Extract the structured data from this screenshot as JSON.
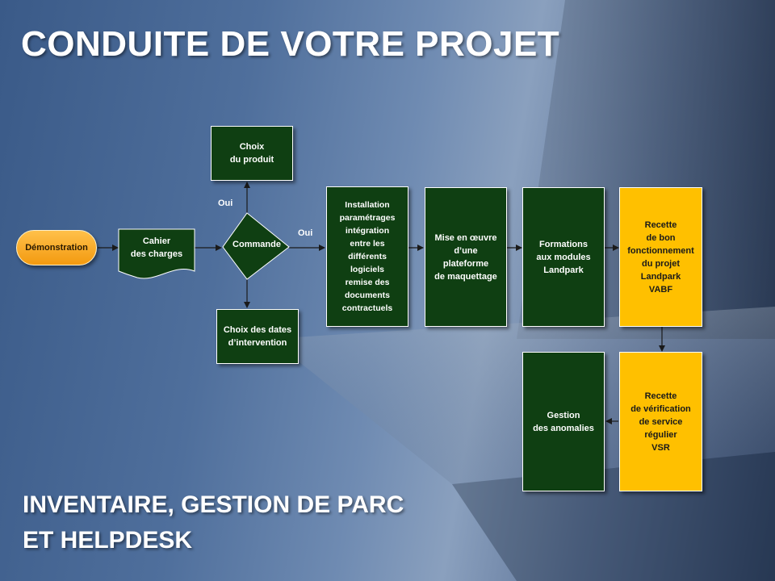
{
  "title": "CONDUITE DE VOTRE PROJET",
  "footer": {
    "line1": "INVENTAIRE, GESTION DE PARC",
    "line2": "ET HELPDESK"
  },
  "nodes": {
    "demonstration": "Démonstration",
    "cahier": "Cahier\ndes charges",
    "commande": "Commande",
    "choix_produit": "Choix\ndu produit",
    "choix_dates": "Choix des dates\nd’intervention",
    "installation": "Installation\nparamétrages\nintégration\nentre les\ndifférents\nlogiciels\nremise des\ndocuments\ncontractuels",
    "mise_en_oeuvre": "Mise en œuvre\nd’une\nplateforme\nde maquettage",
    "formations": "Formations\naux modules\nLandpark",
    "recette_vabf": "Recette\nde bon\nfonctionnement\ndu projet\nLandpark\nVABF",
    "recette_vsr": "Recette\nde vérification\nde service\nrégulier\nVSR",
    "gestion": "Gestion\ndes anomalies"
  },
  "edge_labels": {
    "oui_up": "Oui",
    "oui_right": "Oui"
  },
  "colors": {
    "process_green": "#0f3f12",
    "recette_yellow": "#ffc000",
    "start_orange": "#f5a623"
  }
}
